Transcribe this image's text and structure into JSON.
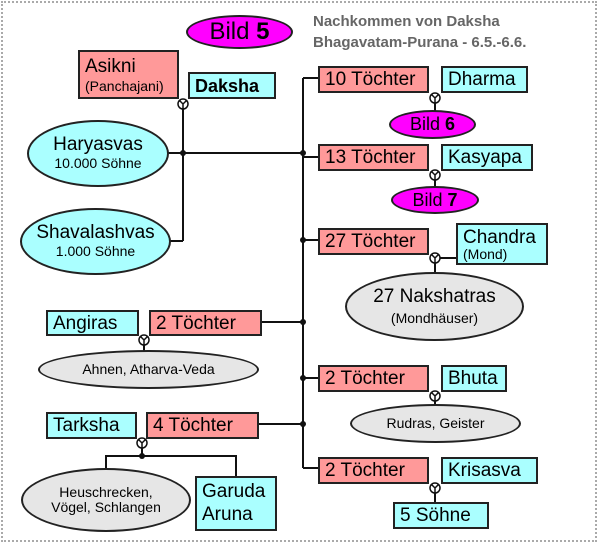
{
  "title": {
    "line1": "Nachkommen von Daksha",
    "line2": "Bhagavatam-Purana - 6.5.-6.6."
  },
  "bild5": {
    "word": "Bild",
    "num": "5"
  },
  "bild6": {
    "word": "Bild",
    "num": "6"
  },
  "bild7": {
    "word": "Bild",
    "num": "7"
  },
  "asikni": {
    "name": "Asikni",
    "alias": "(Panchajani)"
  },
  "daksha": "Daksha",
  "haryasvas": {
    "name": "Haryasvas",
    "sub": "10.000 Söhne"
  },
  "shavalashvas": {
    "name": "Shavalashvas",
    "sub": "1.000 Söhne"
  },
  "branches": {
    "dharma": {
      "daughters": "10 Töchter",
      "husband": "Dharma"
    },
    "kasyapa": {
      "daughters": "13 Töchter",
      "husband": "Kasyapa"
    },
    "chandra": {
      "daughters": "27 Töchter",
      "husband": "Chandra",
      "husband_sub": "(Mond)",
      "children": "27 Nakshatras",
      "children_sub": "(Mondhäuser)"
    },
    "angiras": {
      "daughters": "2 Töchter",
      "husband": "Angiras",
      "children": "Ahnen, Atharva-Veda"
    },
    "bhuta": {
      "daughters": "2 Töchter",
      "husband": "Bhuta",
      "children": "Rudras, Geister"
    },
    "tarksha": {
      "daughters": "4 Töchter",
      "husband": "Tarksha",
      "children1_l1": "Heuschrecken,",
      "children1_l2": "Vögel, Schlangen",
      "children2_l1": "Garuda",
      "children2_l2": "Aruna"
    },
    "krisasva": {
      "daughters": "2 Töchter",
      "husband": "Krisasva",
      "children": "5 Söhne"
    }
  }
}
